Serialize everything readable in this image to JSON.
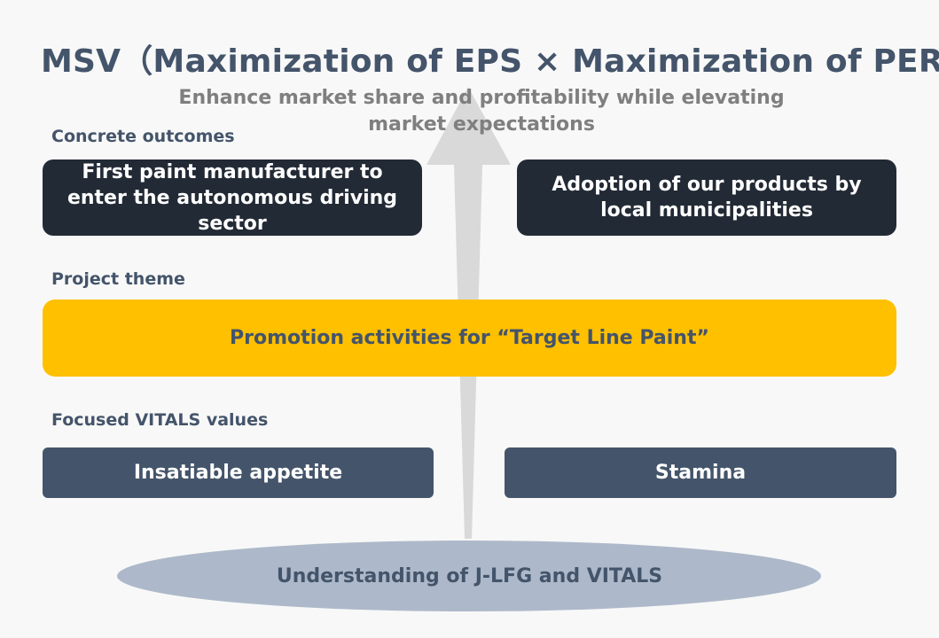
{
  "title": "MSV（Maximization of EPS × Maximization of PER）",
  "subtitle": "Enhance market share and profitability while elevating market expectations",
  "sections": {
    "outcomes_label": "Concrete outcomes",
    "theme_label": "Project theme",
    "vitals_label": "Focused VITALS values"
  },
  "outcomes": [
    "First paint manufacturer to enter the autonomous driving sector",
    "Adoption of our products by local municipalities"
  ],
  "theme": "Promotion activities for “Target Line Paint”",
  "vitals": [
    "Insatiable appetite",
    "Stamina"
  ],
  "foundation": "Understanding of J-LFG and VITALS",
  "colors": {
    "title": "#44546a",
    "dark_box": "#222a35",
    "theme_box": "#ffc000",
    "vital_box": "#44546a",
    "ellipse": "#adb9ca",
    "arrow": "#d9d9d9",
    "subtitle": "#7f7f7f"
  }
}
